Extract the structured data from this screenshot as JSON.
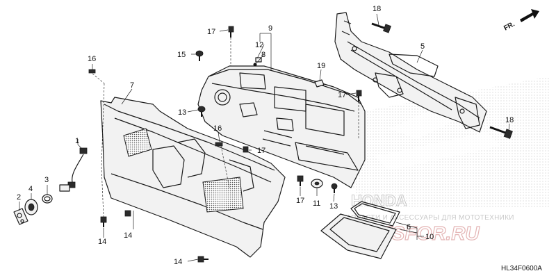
{
  "diagram": {
    "code": "HL34F0600A",
    "direction_label": "FR.",
    "watermark_text": "ЗАПЧАСТИ И АКСЕССУАРЫ ДЛЯ МОТОТЕХНИКИ",
    "watermark_logo": "PARTSFOR.RU",
    "brand": "HONDA",
    "callouts": {
      "c1": "1",
      "c2": "2",
      "c3": "3",
      "c5": "5",
      "c6": "6",
      "c7": "7",
      "c8": "8",
      "c9": "9",
      "c10": "10",
      "c11": "11",
      "c12": "12",
      "c13a": "13",
      "c13b": "13",
      "c14a": "14",
      "c14b": "14",
      "c14c": "14",
      "c15": "15",
      "c16a": "16",
      "c16b": "16",
      "c17a": "17",
      "c17b": "17",
      "c17c": "17",
      "c17d": "17",
      "c18a": "18",
      "c18b": "18",
      "c19": "19"
    }
  }
}
